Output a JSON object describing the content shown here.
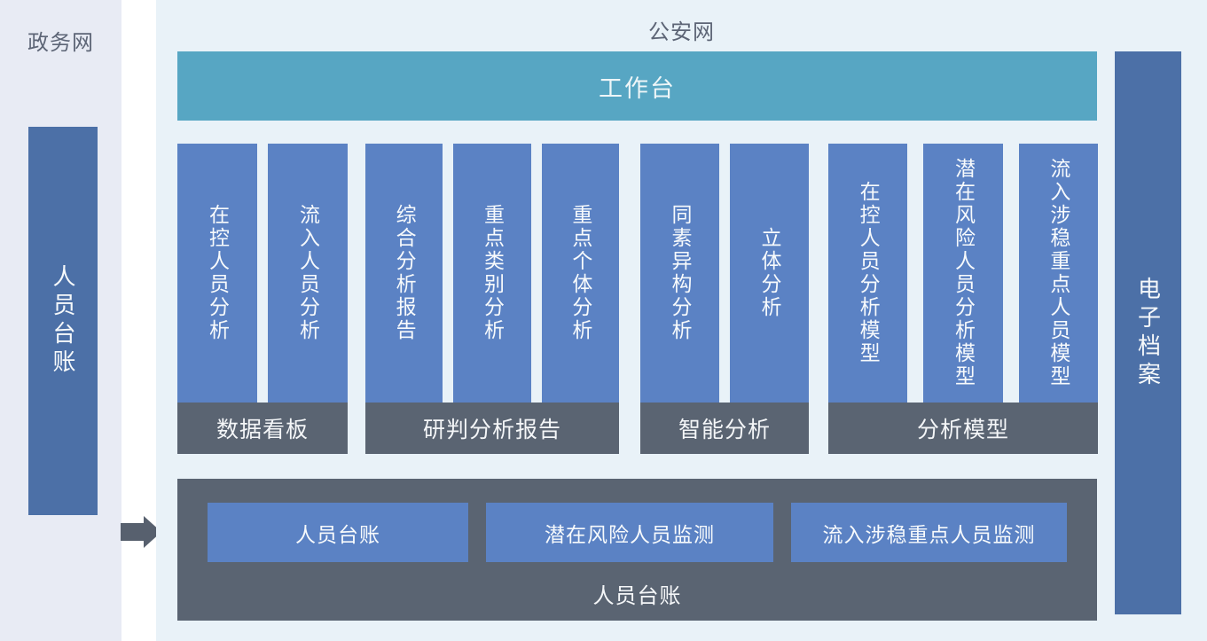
{
  "left_panel": {
    "title": "政务网",
    "bar_label": "人员台账"
  },
  "main_panel": {
    "title": "公安网",
    "workbench_label": "工作台",
    "groups": [
      {
        "footer": "数据看板",
        "columns": [
          "在控人员分析",
          "流入人员分析"
        ]
      },
      {
        "footer": "研判分析报告",
        "columns": [
          "综合分析报告",
          "重点类别分析",
          "重点个体分析"
        ]
      },
      {
        "footer": "智能分析",
        "columns": [
          "同素异构分析",
          "立体分析"
        ]
      },
      {
        "footer": "分析模型",
        "columns": [
          "在控人员分析模型",
          "潜在风险人员分析模型",
          "流入涉稳重点人员模型"
        ]
      }
    ],
    "bottom_box": {
      "buttons": [
        "人员台账",
        "潜在风险人员监测",
        "流入涉稳重点人员监测"
      ],
      "label": "人员台账"
    },
    "right_bar_label": "电子档案"
  },
  "icons": {
    "flow_arrow": "right-arrow"
  },
  "colors": {
    "left_zone_bg": "#e8ebf4",
    "main_zone_bg": "#e9f2f8",
    "module_blue": "#5b82c4",
    "side_bar_blue": "#4c70a7",
    "workbench_teal": "#57a6c3",
    "footer_gray": "#5a6472",
    "arrow_gray": "#57606e",
    "title_text": "#5d6576"
  }
}
